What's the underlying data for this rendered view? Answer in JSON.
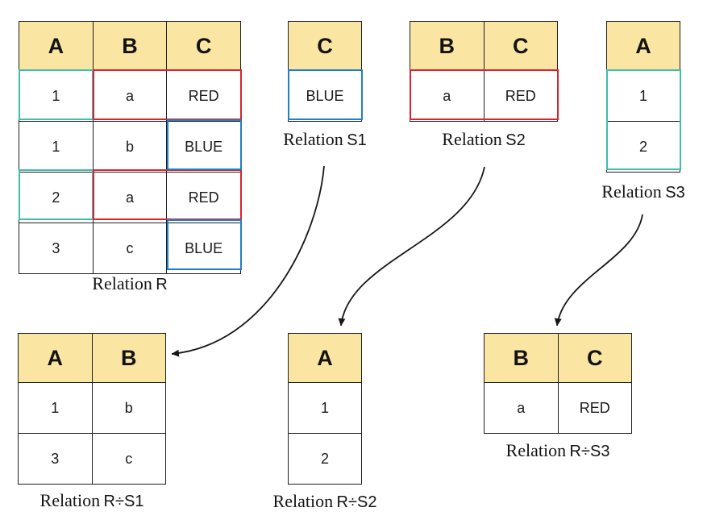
{
  "colors": {
    "header_fill": "#FAE5A3",
    "grid_line": "#1f1f1f",
    "teal_highlight": "#3FBEAB",
    "red_highlight": "#D9232E",
    "blue_highlight": "#2080C7",
    "arrow": "#161616",
    "background": "#FFFFFF"
  },
  "tables": {
    "r": {
      "label_prefix": "Relation",
      "label_name": "R",
      "headers": [
        "A",
        "B",
        "C"
      ],
      "rows": [
        [
          "1",
          "a",
          "RED"
        ],
        [
          "1",
          "b",
          "BLUE"
        ],
        [
          "2",
          "a",
          "RED"
        ],
        [
          "3",
          "c",
          "BLUE"
        ]
      ],
      "highlights": [
        {
          "color": "teal",
          "cells": "column A, row 1 (value 1)"
        },
        {
          "color": "teal",
          "cells": "column A, row 3 (value 2)"
        },
        {
          "color": "red",
          "cells": "columns B+C, row 1 (a, RED)"
        },
        {
          "color": "red",
          "cells": "columns B+C, row 3 (a, RED)"
        },
        {
          "color": "blue",
          "cells": "column C, row 2 (BLUE)"
        },
        {
          "color": "blue",
          "cells": "column C, row 4 (BLUE)"
        }
      ]
    },
    "s1": {
      "label_prefix": "Relation",
      "label_name": "S1",
      "headers": [
        "C"
      ],
      "rows": [
        [
          "BLUE"
        ]
      ],
      "highlights": [
        {
          "color": "blue",
          "cells": "column C, row 1 (BLUE)"
        }
      ]
    },
    "s2": {
      "label_prefix": "Relation",
      "label_name": "S2",
      "headers": [
        "B",
        "C"
      ],
      "rows": [
        [
          "a",
          "RED"
        ]
      ],
      "highlights": [
        {
          "color": "red",
          "cells": "columns B+C, row 1 (a, RED)"
        }
      ]
    },
    "s3": {
      "label_prefix": "Relation",
      "label_name": "S3",
      "headers": [
        "A"
      ],
      "rows": [
        [
          "1"
        ],
        [
          "2"
        ]
      ],
      "highlights": [
        {
          "color": "teal",
          "cells": "column A, rows 1-2 (1, 2)"
        }
      ]
    },
    "rs1": {
      "label_prefix": "Relation",
      "label_name": "R÷S1",
      "headers": [
        "A",
        "B"
      ],
      "rows": [
        [
          "1",
          "b"
        ],
        [
          "3",
          "c"
        ]
      ],
      "highlights": []
    },
    "rs2": {
      "label_prefix": "Relation",
      "label_name": "R÷S2",
      "headers": [
        "A"
      ],
      "rows": [
        [
          "1"
        ],
        [
          "2"
        ]
      ],
      "highlights": []
    },
    "rs3": {
      "label_prefix": "Relation",
      "label_name": "R÷S3",
      "headers": [
        "B",
        "C"
      ],
      "rows": [
        [
          "a",
          "RED"
        ]
      ],
      "highlights": []
    }
  },
  "connections": [
    {
      "from": "Relation S1",
      "to": "Relation R÷S1"
    },
    {
      "from": "Relation S2",
      "to": "Relation R÷S2"
    },
    {
      "from": "Relation S3",
      "to": "Relation R÷S3"
    }
  ]
}
